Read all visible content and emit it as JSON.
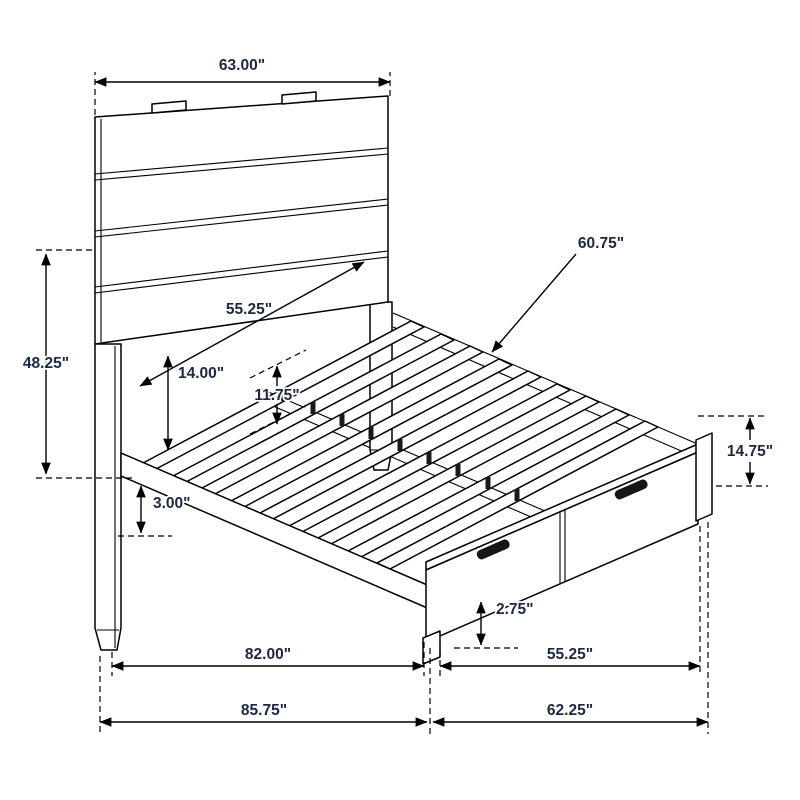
{
  "diagram": {
    "subject": "storage-bed-dimension-diagram",
    "colors": {
      "ink": "#000000",
      "label": "#1c2742",
      "background": "#ffffff"
    },
    "labels": {
      "headboard_width": "63.00\"",
      "slat_span": "60.75\"",
      "headboard_inner_width": "55.25\"",
      "headboard_height": "48.25\"",
      "headboard_post_height": "14.00\"",
      "slat_spacing": "11.75\"",
      "footboard_height": "14.75\"",
      "rail_clearance": "3.00\"",
      "drawer_clearance": "2.75\"",
      "frame_length": "82.00\"",
      "footboard_width": "55.25\"",
      "overall_length": "85.75\"",
      "overall_width": "62.25\""
    }
  }
}
